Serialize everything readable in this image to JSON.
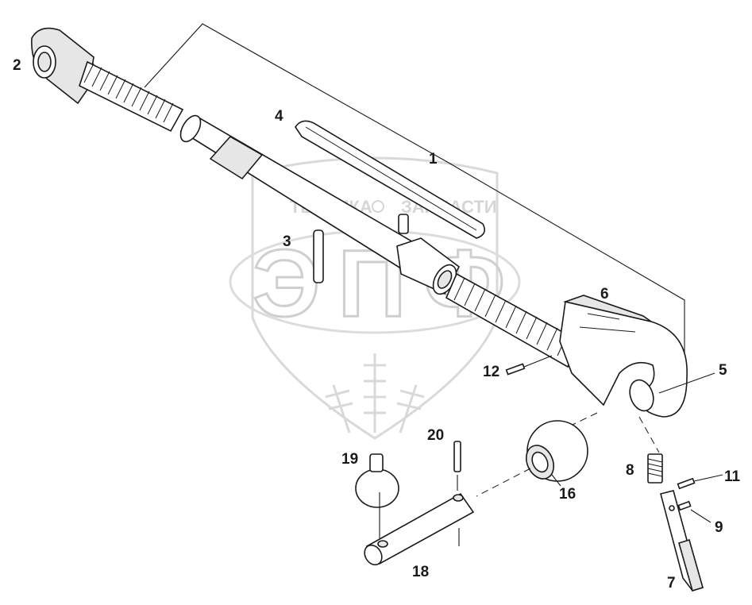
{
  "watermark": {
    "text_left": "ТЕХНИКА",
    "text_right": "ЗАПЧАСТИ",
    "letters": "ЭПФ"
  },
  "labels": {
    "l1": "1",
    "l2": "2",
    "l3": "3",
    "l4": "4",
    "l5": "5",
    "l6": "6",
    "l7": "7",
    "l8": "8",
    "l9": "9",
    "l11": "11",
    "l12": "12",
    "l16": "16",
    "l18": "18",
    "l19": "19",
    "l20": "20"
  },
  "colors": {
    "line": "#1a1a1a",
    "shade": "#e6e6e6",
    "watermark": "#d6d6d6"
  }
}
